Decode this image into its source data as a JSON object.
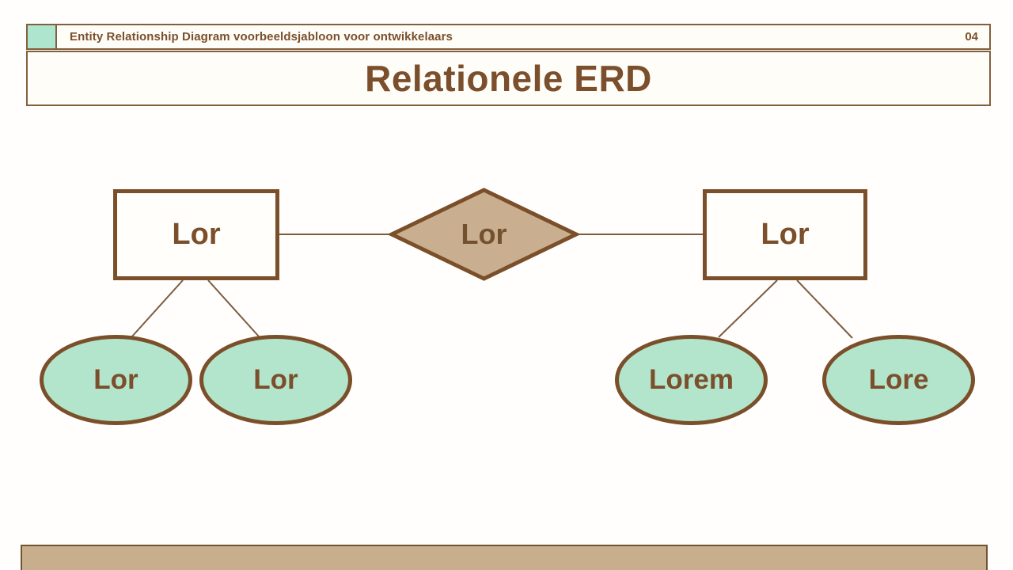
{
  "header": {
    "eyebrow": "Entity Relationship Diagram voorbeeldsjabloon voor ontwikkelaars",
    "page_number": "04"
  },
  "title": "Relationele ERD",
  "diagram": {
    "entity_left": {
      "label": "Lor"
    },
    "entity_right": {
      "label": "Lor"
    },
    "relationship": {
      "label": "Lor"
    },
    "attributes": [
      {
        "label": "Lor",
        "parent": "entity_left"
      },
      {
        "label": "Lor",
        "parent": "entity_left"
      },
      {
        "label": "Lorem",
        "parent": "entity_right"
      },
      {
        "label": "Lore",
        "parent": "entity_right"
      }
    ]
  },
  "colors": {
    "brown_text": "#7b4f2c",
    "shape_stroke": "#7a4f2a",
    "mint_fill": "#b2e5cc",
    "tan_fill": "#c9af90",
    "footer_bar": "#c9ae8e",
    "accent_square": "#ade5cf"
  }
}
